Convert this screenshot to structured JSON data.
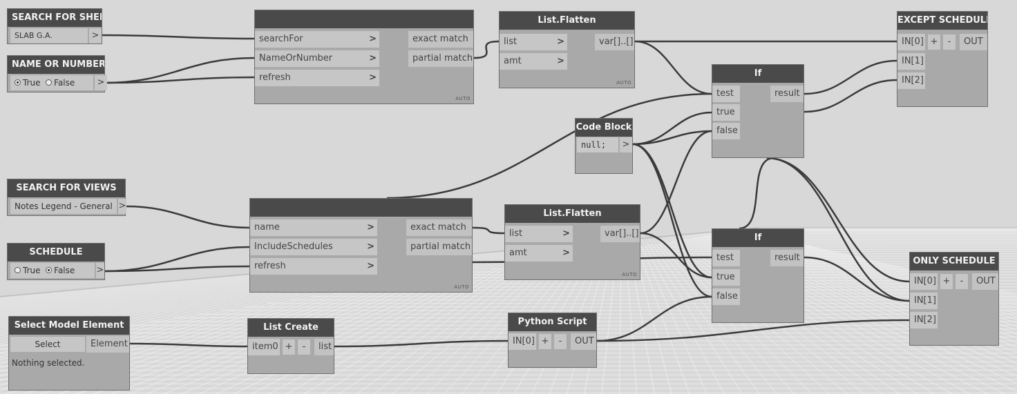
{
  "nodes": {
    "search_sheet": {
      "title": "SEARCH FOR SHEET",
      "value": "SLAB G.A.",
      "out": ">"
    },
    "name_or_number": {
      "title": "NAME OR NUMBER",
      "opt_true": "True",
      "opt_false": "False",
      "out": ">"
    },
    "sheet_search": {
      "title": "",
      "in": [
        "searchFor",
        "NameOrNumber",
        "refresh"
      ],
      "out": [
        "exact match",
        "partial match"
      ],
      "lacing": "AUTO"
    },
    "flatten_top": {
      "title": "List.Flatten",
      "in": [
        "list",
        "amt"
      ],
      "out": "var[]..[]",
      "lacing": "AUTO"
    },
    "except_schedule": {
      "title": "EXCEPT SCHEDULE",
      "in": [
        "IN[0]",
        "IN[1]",
        "IN[2]"
      ],
      "plus": "+",
      "minus": "-",
      "out": "OUT"
    },
    "if_top": {
      "title": "If",
      "in": [
        "test",
        "true",
        "false"
      ],
      "out": "result"
    },
    "code_block": {
      "title": "Code Block",
      "code": "null;",
      "out": ">"
    },
    "search_views": {
      "title": "SEARCH FOR VIEWS",
      "value": "Notes Legend - General",
      "out": ">"
    },
    "schedule": {
      "title": "SCHEDULE",
      "opt_true": "True",
      "opt_false": "False",
      "out": ">"
    },
    "view_search": {
      "title": "",
      "in": [
        "name",
        "IncludeSchedules",
        "refresh"
      ],
      "out": [
        "exact match",
        "partial match"
      ],
      "lacing": "AUTO"
    },
    "flatten_bottom": {
      "title": "List.Flatten",
      "in": [
        "list",
        "amt"
      ],
      "out": "var[]..[]",
      "lacing": "AUTO"
    },
    "if_bottom": {
      "title": "If",
      "in": [
        "test",
        "true",
        "false"
      ],
      "out": "result"
    },
    "only_schedule": {
      "title": "ONLY SCHEDULE",
      "in": [
        "IN[0]",
        "IN[1]",
        "IN[2]"
      ],
      "plus": "+",
      "minus": "-",
      "out": "OUT"
    },
    "select_model": {
      "title": "Select Model Element",
      "button": "Select",
      "out": "Element",
      "status": "Nothing selected."
    },
    "list_create": {
      "title": "List Create",
      "in": "item0",
      "plus": "+",
      "minus": "-",
      "out": "list"
    },
    "python_script": {
      "title": "Python Script",
      "in": "IN[0]",
      "plus": "+",
      "minus": "-",
      "out": "OUT"
    }
  },
  "icons": {
    "port_arrow": "chevron-right-icon",
    "radio": "radio-icon"
  },
  "colors": {
    "background": "#d8d8d8",
    "node_body": "#a9a9a9",
    "node_header": "#4a4a4a",
    "port": "#c6c6c6",
    "wire": "#3a3a3a"
  }
}
